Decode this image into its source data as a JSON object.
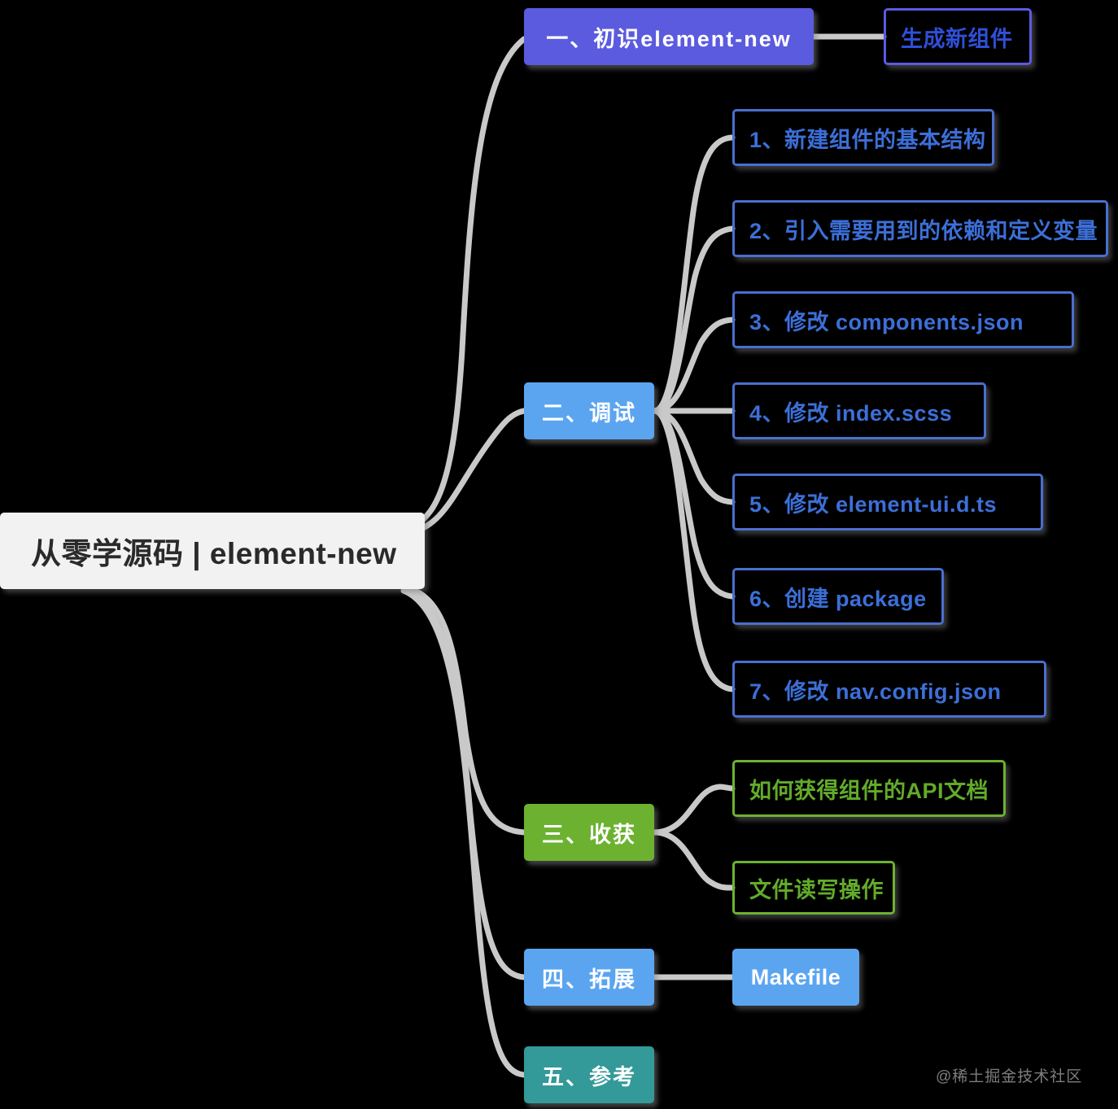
{
  "root": {
    "label": "从零学源码 | element-new"
  },
  "branches": [
    {
      "label": "一、初识element-new",
      "color": "#5b5be0",
      "children": [
        {
          "label": "生成新组件"
        }
      ]
    },
    {
      "label": "二、调试",
      "color": "#5ba5f0",
      "children": [
        {
          "label": "1、新建组件的基本结构"
        },
        {
          "label": "2、引入需要用到的依赖和定义变量"
        },
        {
          "label": "3、修改 components.json"
        },
        {
          "label": "4、修改 index.scss"
        },
        {
          "label": "5、修改 element-ui.d.ts"
        },
        {
          "label": "6、创建 package"
        },
        {
          "label": "7、修改 nav.config.json"
        }
      ]
    },
    {
      "label": "三、收获",
      "color": "#6cb230",
      "children": [
        {
          "label": "如何获得组件的API文档"
        },
        {
          "label": "文件读写操作"
        }
      ]
    },
    {
      "label": "四、拓展",
      "color": "#5ba5f0",
      "children": [
        {
          "label": "Makefile"
        }
      ]
    },
    {
      "label": "五、参考",
      "color": "#339999",
      "children": []
    }
  ],
  "watermark": {
    "text": "@稀土掘金技术社区"
  },
  "colors": {
    "background": "#000000",
    "root_background": "#f2f2f2",
    "root_text": "#2a2a2a",
    "link": "#c9c9c9",
    "purple": "#5b5be0",
    "blue": "#5ba5f0",
    "green": "#6cb230",
    "teal": "#339999",
    "link_text_blue": "#2f4fd8",
    "link_text_green": "#62ab2a"
  }
}
